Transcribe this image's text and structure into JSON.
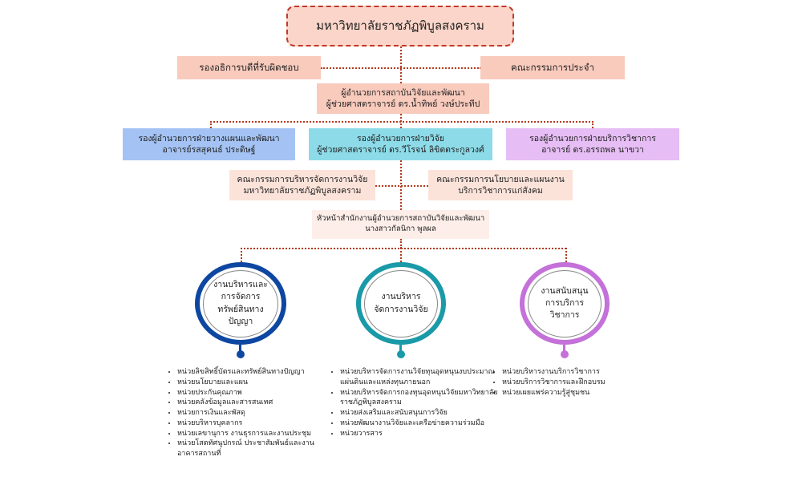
{
  "top": {
    "title": "มหาวิทยาลัยราชภัฏพิบูลสงคราม"
  },
  "row1": {
    "left": "รองอธิการบดีที่รับผิดชอบ",
    "right": "คณะกรรมการประจำ"
  },
  "director": {
    "line1": "ผู้อำนวยการสถาบันวิจัยและพัฒนา",
    "line2": "ผู้ช่วยศาสตราจารย์ ดร.น้ำทิพย์ วงษ์ประทีป"
  },
  "deputies": {
    "left": {
      "line1": "รองผู้อำนวยการฝ่ายวางแผนและพัฒนา",
      "line2": "อาจารย์รสสุคนธ์ ประดิษฐ์"
    },
    "center": {
      "line1": "รองผู้อำนวยการฝ่ายวิจัย",
      "line2": "ผู้ช่วยศาสตราจารย์ ดร.วีโรจน์ ลิขิตตระกูลวงศ์"
    },
    "right": {
      "line1": "รองผู้อำนวยการฝ่ายบริการวิชาการ",
      "line2": "อาจารย์ ดร.อรรถพล นาขวา"
    }
  },
  "committees": {
    "left": {
      "line1": "คณะกรรมการบริหารจัดการงานวิจัย",
      "line2": "มหาวิทยาลัยราชภัฏพิบูลสงคราม"
    },
    "right": {
      "line1": "คณะกรรมการนโยบายและแผนงาน",
      "line2": "บริการวิชาการแก่สังคม"
    }
  },
  "office_head": {
    "line1": "หัวหน้าสำนักงานผู้อำนวยการสถาบันวิจัยและพัฒนา",
    "line2": "นางสาวกัลนิกา พูลผล"
  },
  "divisions": [
    {
      "lines": [
        "งานบริหารและ",
        "การจัดการ",
        "ทรัพย์สินทาง",
        "ปัญญา"
      ],
      "color": "#0e47a1",
      "units": [
        "หน่วยลิขสิทธิ์บัตรและทรัพย์สินทางปัญญา",
        "หน่วยนโยบายและแผน",
        "หน่วยประกันคุณภาพ",
        "หน่วยคลังข้อมูลและสารสนเทศ",
        "หน่วยการเงินและพัสดุ",
        "หน่วยบริหารบุคลากร",
        "หน่วยเลขานุการ งานธุรการและงานประชุม",
        "หน่วยโสตทัศนูปกรณ์ ประชาสัมพันธ์และงานอาคารสถานที่"
      ]
    },
    {
      "lines": [
        "งานบริหาร",
        "จัดการงานวิจัย"
      ],
      "color": "#1a9aa8",
      "units": [
        "หน่วยบริหารจัดการงานวิจัยทุนอุดหนุนงบประมาณแผ่นดินและแหล่งทุนภายนอก",
        "หน่วยบริหารจัดการกองทุนอุดหนุนวิจัยมหาวิทยาลัยราชภัฏพิบูลสงคราม",
        "หน่วยส่งเสริมและสนับสนุนการวิจัย",
        "หน่วยพัฒนางานวิจัยและเครือข่ายความร่วมมือ",
        "หน่วยวารสาร"
      ]
    },
    {
      "lines": [
        "งานสนับสนุน",
        "การบริการ",
        "วิชาการ"
      ],
      "color": "#c471d9",
      "units": [
        "หน่วยบริหารงานบริการวิชาการ",
        "หน่วยบริการวิชาการและฝึกอบรม",
        "หน่วยเผยแพร่ความรู้สู่ชุมชน"
      ]
    }
  ],
  "colors": {
    "top_box": "#fbd5c9",
    "top_border": "#c0392b",
    "salmon": "#f9cbbd",
    "connector": "#b23a1c",
    "deputy_left": "#a4c3f4",
    "deputy_center": "#8ddbe8",
    "deputy_right": "#e6bdf4",
    "committee": "#fbe3da",
    "office": "#fdeee9"
  }
}
